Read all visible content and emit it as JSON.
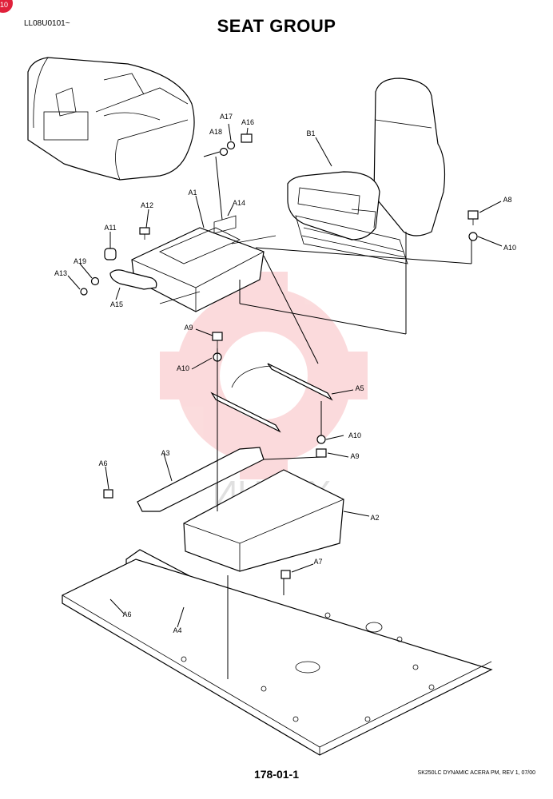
{
  "header": {
    "code": "LL08U0101~",
    "title": "SEAT GROUP",
    "badge": "10"
  },
  "watermark": {
    "text": "ИНТЕХ",
    "color": "#e8232c"
  },
  "footer": {
    "page_number": "178-01-1",
    "reference": "SK250LC DYNAMIC ACERA PM, REV 1, 07/00"
  },
  "callouts": {
    "a1": "A1",
    "a2": "A2",
    "a3": "A3",
    "a4": "A4",
    "a5": "A5",
    "a6_top": "A6",
    "a6_bottom": "A6",
    "a7": "A7",
    "a8": "A8",
    "a9_top": "A9",
    "a9_bottom": "A9",
    "a10_top": "A10",
    "a10_mid": "A10",
    "a10_bottom": "A10",
    "a11": "A11",
    "a12": "A12",
    "a13": "A13",
    "a14": "A14",
    "a15": "A15",
    "a16": "A16",
    "a17": "A17",
    "a18": "A18",
    "a19": "A19",
    "b1": "B1"
  }
}
